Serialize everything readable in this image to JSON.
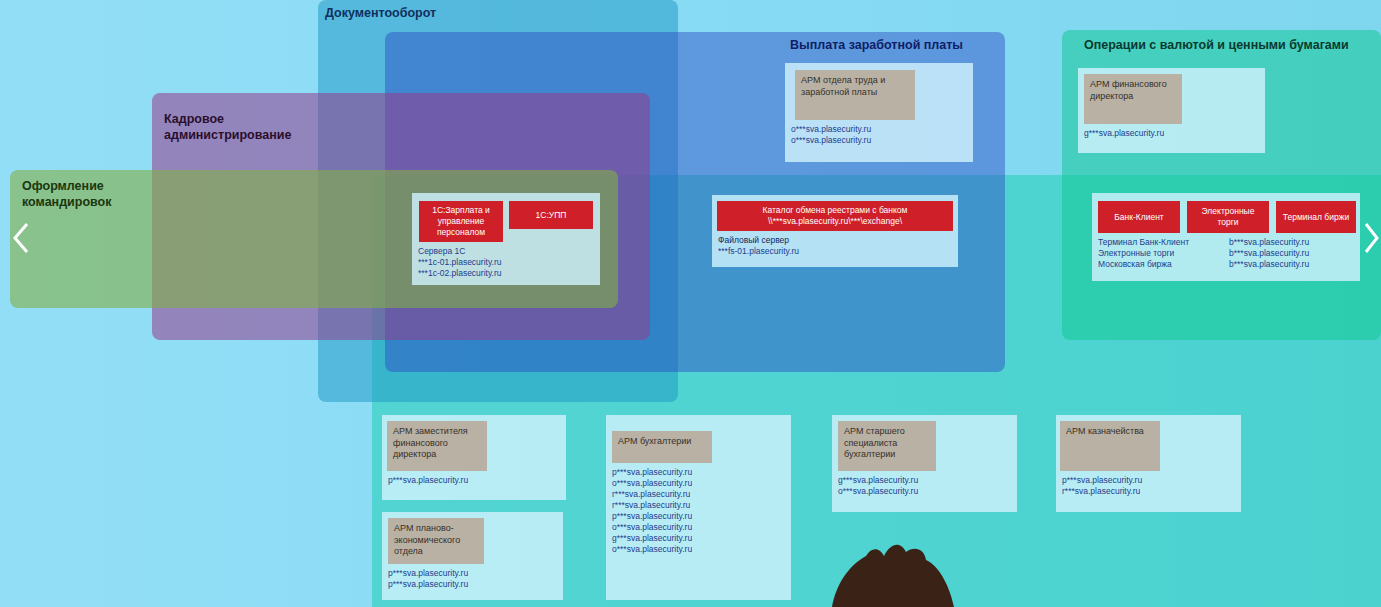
{
  "diagram": {
    "nodes": [
      {
        "text": [
          "Документооборот"
        ]
      },
      {
        "text": [
          "Выплата заработной платы"
        ]
      },
      {
        "text": [
          "o***sva.plasecurity.ru",
          "o***sva.plasecurity.ru"
        ],
        "in": 1
      },
      {
        "text": [
          "АРМ отдела труда и заработной платы"
        ],
        "in": 2
      },
      {
        "text": [
          "Операции с валютой и ценными бумагами"
        ]
      },
      {
        "text": [
          "g***sva.plasecurity.ru"
        ],
        "in": 4
      },
      {
        "text": [
          "АРМ финансового директора"
        ],
        "in": 5
      },
      {
        "text": [
          "Кадровое администрирование"
        ]
      },
      {
        "text": [
          "Оформление командировок"
        ]
      },
      {
        "text": [
          "Сервера 1С",
          "***1c-01.plasecurity.ru",
          "***1c-02.plasecurity.ru"
        ]
      },
      {
        "text": [
          "1С:Зарплата и управление персоналом"
        ],
        "in": 9
      },
      {
        "text": [
          "1С:УПП"
        ],
        "in": 9
      },
      {
        "text": [
          "Файловый сервер",
          "***fs-01.plasecurity.ru"
        ]
      },
      {
        "text": [
          "Каталог обмена реестрами с банком",
          "\\\\***sva.plasecurity.ru\\***\\exchange\\"
        ],
        "in": 12
      },
      {
        "text": [
          "Терминал Банк-Клиент",
          "b***sva.plasecurity.ru",
          "Электронные торги",
          "b***sva.plasecurity.ru",
          "Московская биржа",
          "b***sva.plasecurity.ru"
        ],
        "in": 4
      },
      {
        "text": [
          "Банк-Клиент"
        ],
        "in": 14
      },
      {
        "text": [
          "Электронные торги"
        ],
        "in": 14
      },
      {
        "text": [
          "Терминал биржи"
        ],
        "in": 14
      },
      {
        "text": [
          "p***sva.plasecurity.ru"
        ]
      },
      {
        "text": [
          "АРМ заместителя финансового директора"
        ],
        "in": 18
      },
      {
        "text": [
          "p***sva.plasecurity.ru",
          "o***sva.plasecurity.ru",
          "r***sva.plasecurity.ru",
          "r***sva.plasecurity.ru",
          "p***sva.plasecurity.ru",
          "o***sva.plasecurity.ru",
          "g***sva.plasecurity.ru",
          "o***sva.plasecurity.ru"
        ]
      },
      {
        "text": [
          "АРМ бухгалтерии"
        ],
        "in": 20
      },
      {
        "text": [
          "g***sva.plasecurity.ru",
          "o***sva.plasecurity.ru"
        ]
      },
      {
        "text": [
          "АРМ старшего специалиста бухгалтерии"
        ],
        "in": 22
      },
      {
        "text": [
          "p***sva.plasecurity.ru",
          "r***sva.plasecurity.ru"
        ]
      },
      {
        "text": [
          "АРМ казначейства"
        ],
        "in": 24
      },
      {
        "text": [
          "p***sva.plasecurity.ru",
          "p***sva.plasecurity.ru"
        ]
      },
      {
        "text": [
          "АРМ планово-экономического отдела"
        ],
        "in": 26
      }
    ]
  }
}
